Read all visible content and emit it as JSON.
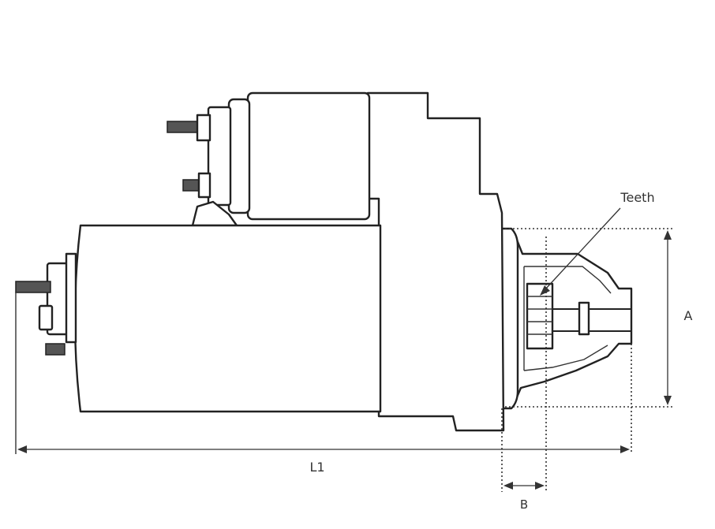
{
  "labels": {
    "teeth": "Teeth",
    "a": "A",
    "l1": "L1",
    "b": "B"
  }
}
